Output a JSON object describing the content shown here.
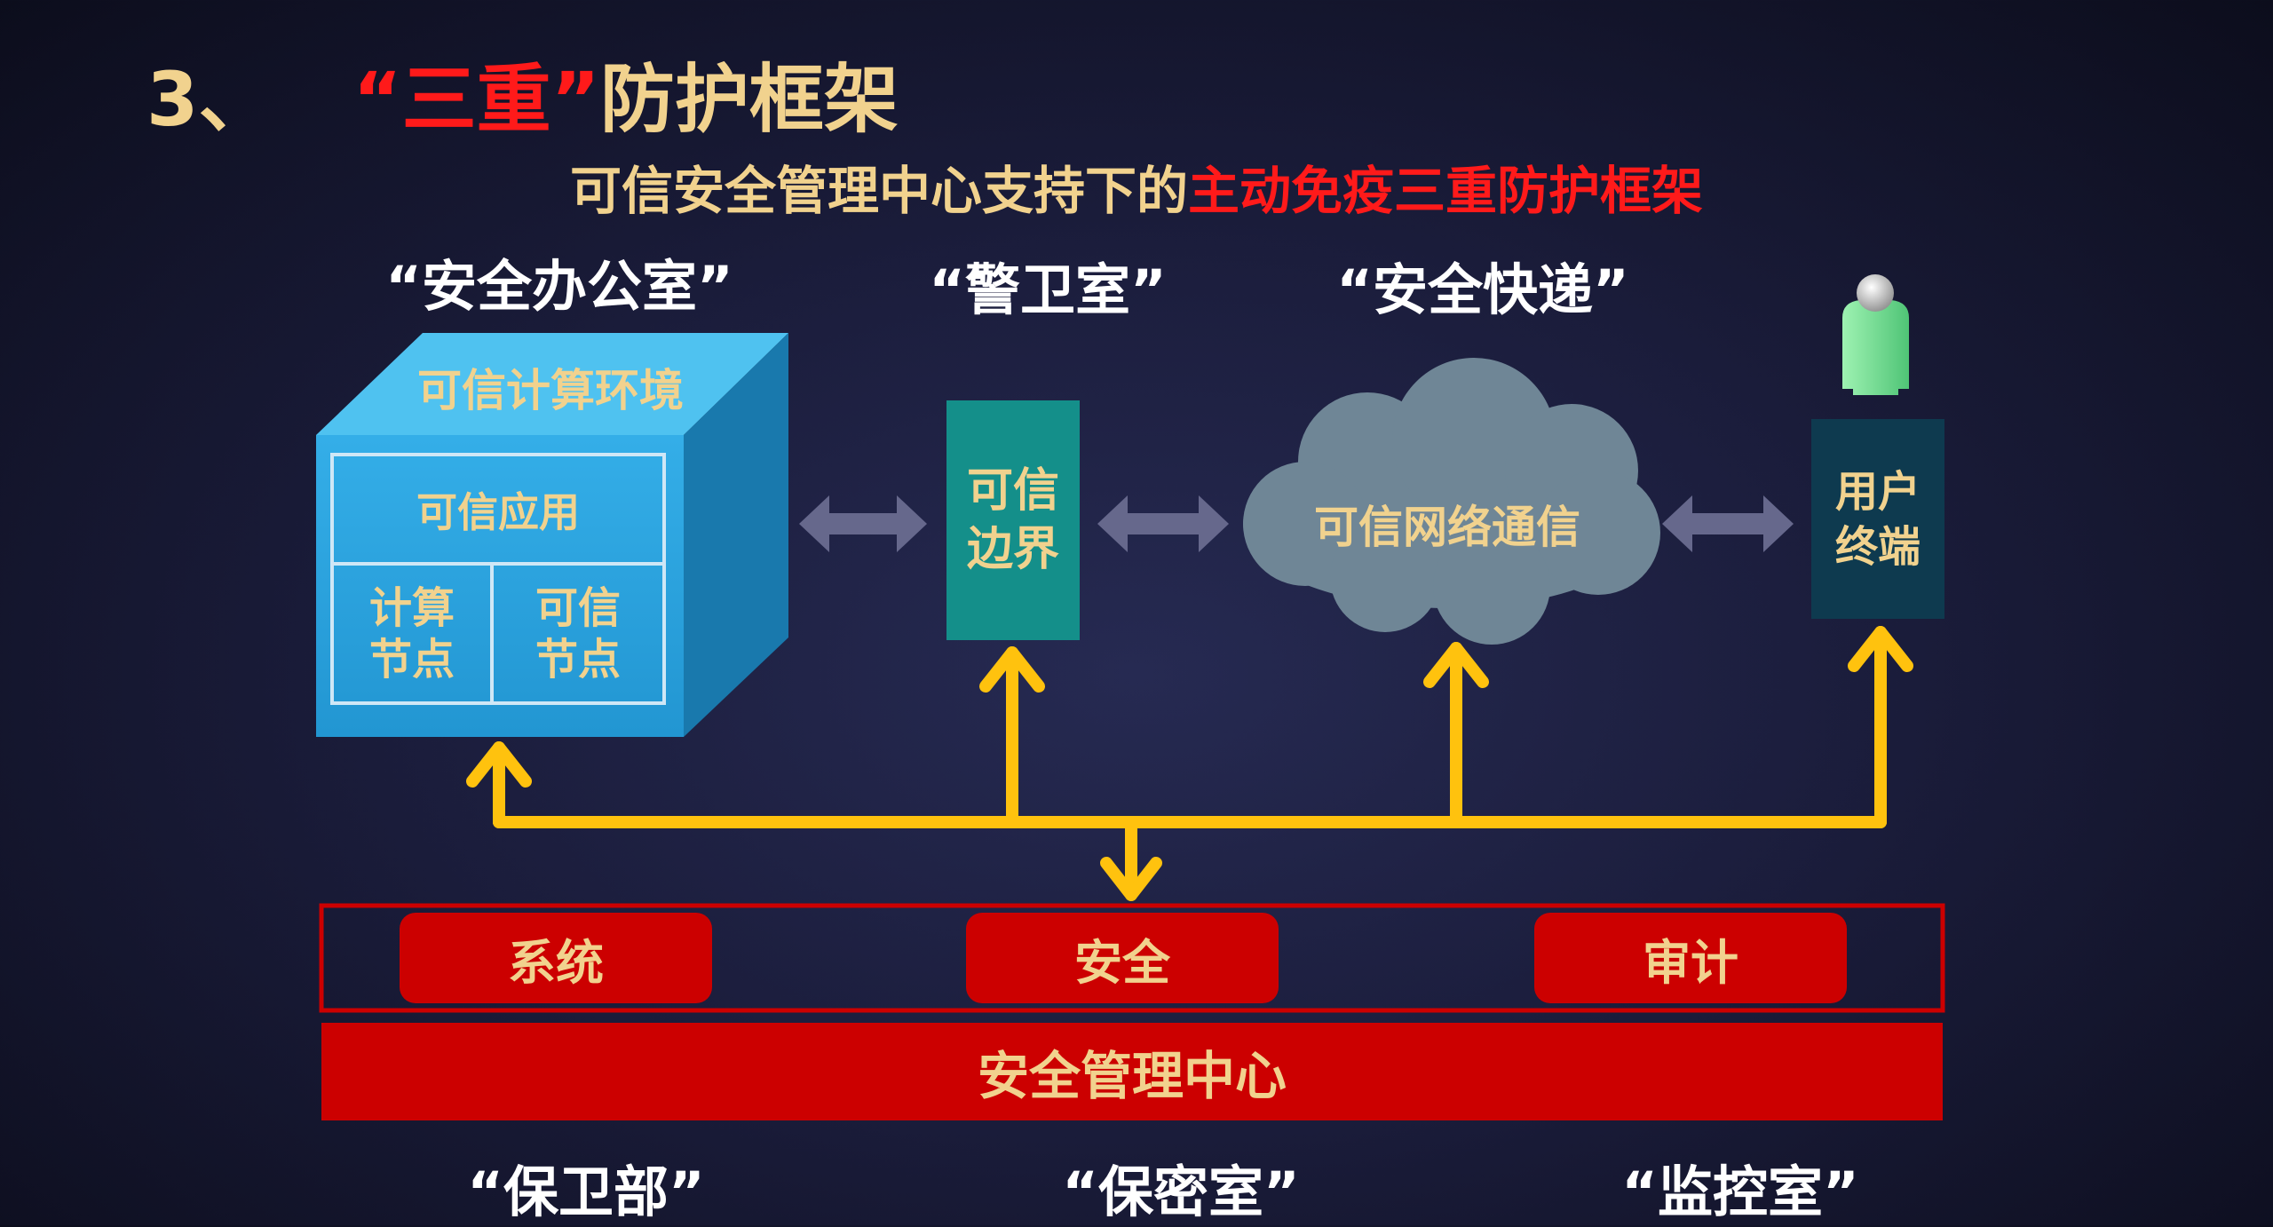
{
  "header": {
    "number": "3、",
    "title_red": "“三重”",
    "title_rest": "防护框架",
    "subtitle_main": "可信安全管理中心支持下的",
    "subtitle_red": "主动免疫三重防护框架"
  },
  "top_labels": [
    "“安全办公室”",
    "“警卫室”",
    "“安全快递”"
  ],
  "cube": {
    "top_label": "可信计算环境",
    "app": "可信应用",
    "node_left": "计算\n节点",
    "node_right": "可信\n节点"
  },
  "boundary": "可信\n边界",
  "cloud": "可信网络通信",
  "terminal": "用户\n终端",
  "admin_buttons": [
    "系统",
    "安全",
    "审计"
  ],
  "center_bar": "安全管理中心",
  "bottom_labels": [
    "“保卫部”",
    "“保密室”",
    "“监控室”"
  ],
  "colors": {
    "title": "#f1d28e",
    "emphasis_red": "#ff1a1a",
    "cube": "#2a9fdc",
    "boundary": "#148f8a",
    "cloud": "#6f8696",
    "terminal": "#0e3a4f",
    "arrow_yellow": "#ffc20e",
    "bar_red": "#cc0000"
  }
}
